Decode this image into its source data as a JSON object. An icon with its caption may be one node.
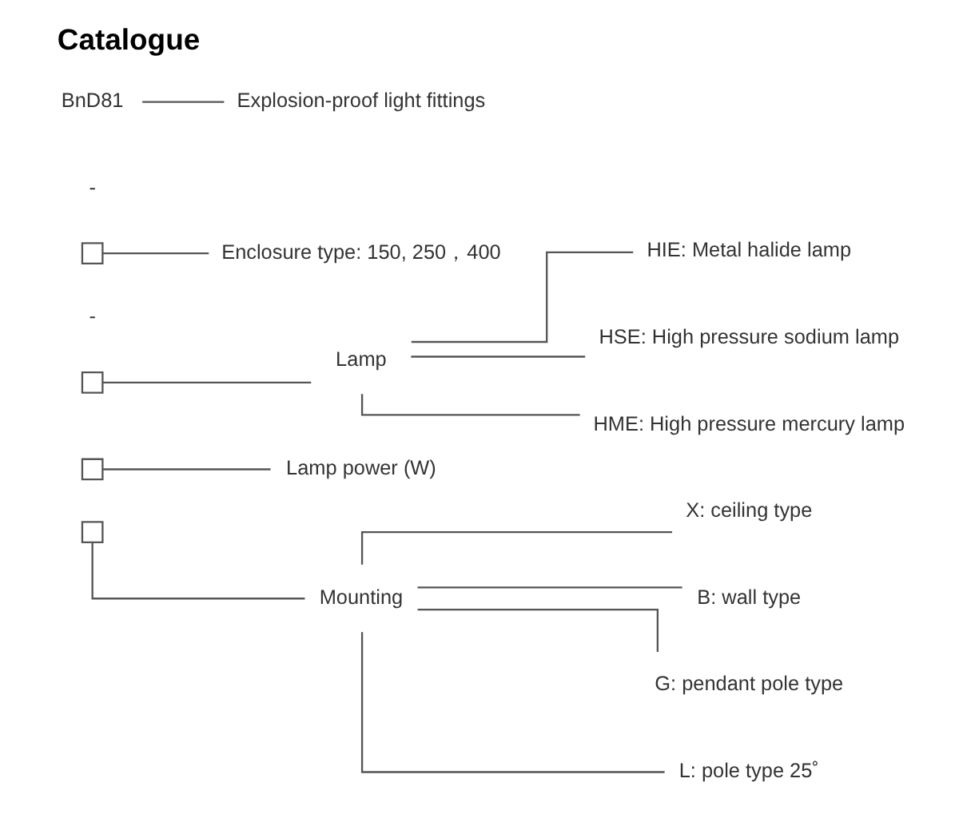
{
  "diagram": {
    "title": "Catalogue",
    "nodes": [
      {
        "text": [
          "BnD81"
        ]
      },
      {
        "text": [],
        "shape": "box"
      },
      {
        "text": [],
        "shape": "box"
      },
      {
        "text": [],
        "shape": "box"
      },
      {
        "text": [],
        "shape": "box"
      },
      {
        "text": [
          "Mounting"
        ]
      },
      {
        "text": [
          "X: ceiling type"
        ]
      },
      {
        "text": [
          "B: wall type"
        ]
      },
      {
        "text": [
          "G: pendant pole type"
        ]
      },
      {
        "text": [
          "L: pole type 25˚"
        ]
      },
      {
        "text": [
          "Lamp power (W)"
        ]
      },
      {
        "text": [
          "Lamp"
        ]
      },
      {
        "text": [
          "HIE: Metal halide lamp"
        ]
      },
      {
        "text": [
          "HSE: High pressure sodium lamp"
        ]
      },
      {
        "text": [
          "HME: High pressure mercury lamp"
        ]
      },
      {
        "text": [
          "Enclosure type: 150, 250，400"
        ]
      },
      {
        "text": [
          "Explosion-proof light fittings"
        ]
      }
    ],
    "edges": [
      {
        "from": 4,
        "to": 5,
        "arrow": "none"
      },
      {
        "from": 5,
        "to": 6,
        "arrow": "none"
      },
      {
        "from": 5,
        "to": 7,
        "arrow": "none"
      },
      {
        "from": 5,
        "to": 8,
        "arrow": "none"
      },
      {
        "from": 5,
        "to": 9,
        "arrow": "none"
      },
      {
        "from": 3,
        "to": 10,
        "arrow": "none"
      },
      {
        "from": 2,
        "to": 11,
        "arrow": "none"
      },
      {
        "from": 11,
        "to": 12,
        "arrow": "none"
      },
      {
        "from": 11,
        "to": 13,
        "arrow": "none"
      },
      {
        "from": 11,
        "to": 14,
        "arrow": "none"
      },
      {
        "from": 1,
        "to": 15,
        "arrow": "none"
      },
      {
        "from": 0,
        "to": 16,
        "arrow": "none"
      }
    ],
    "labels": [
      "-",
      "-"
    ]
  }
}
